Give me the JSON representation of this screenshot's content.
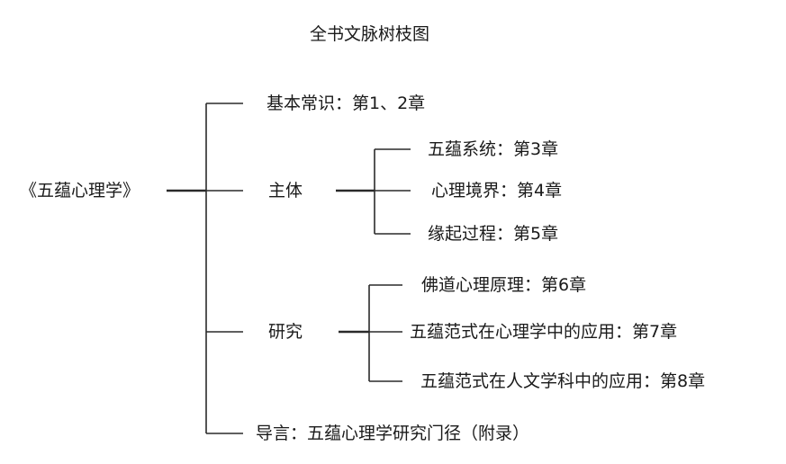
{
  "title": "全书文脉树枝图",
  "root": "《五蕴心理学》",
  "branches": [
    {
      "label": "基本常识：第1、2章",
      "children": []
    },
    {
      "label": "主体",
      "children": [
        "五蕴系统：第3章",
        "心理境界：第4章",
        "缘起过程：第5章"
      ]
    },
    {
      "label": "研究",
      "children": [
        "佛道心理原理：第6章",
        "五蕴范式在心理学中的应用：第7章",
        "五蕴范式在人文学科中的应用：第8章"
      ]
    },
    {
      "label": "导言：五蕴心理学研究门径（附录）",
      "children": []
    }
  ],
  "colors": {
    "line": "#2a2a2a",
    "text": "#1a1a1a"
  }
}
